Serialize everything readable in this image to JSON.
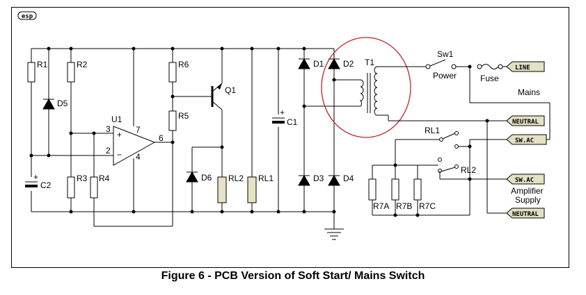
{
  "logo": "esp",
  "caption": "Figure 6 - PCB Version of Soft Start/ Mains Switch",
  "labels": {
    "R1": "R1",
    "R2": "R2",
    "R3": "R3",
    "R4": "R4",
    "R5": "R5",
    "R6": "R6",
    "D5": "D5",
    "D6": "D6",
    "C2": "C2",
    "U1": "U1",
    "Q1": "Q1",
    "RL2": "RL2",
    "RL1": "RL1",
    "C1": "C1",
    "D1": "D1",
    "D2": "D2",
    "D3": "D3",
    "D4": "D4",
    "T1": "T1",
    "Sw1": "Sw1",
    "Power": "Power",
    "Fuse": "Fuse",
    "Mains": "Mains",
    "RL1_switch": "RL1",
    "RL2_switch": "RL2",
    "R7A": "R7A",
    "R7B": "R7B",
    "R7C": "R7C",
    "amp_supply_1": "Amplifier",
    "amp_supply_2": "Supply",
    "pin3": "3",
    "pin2": "2",
    "pin7": "7",
    "pin6": "6",
    "pin4": "4",
    "plus": "+",
    "minus": "−"
  },
  "tags": {
    "line": "LINE",
    "neutral1": "NEUTRAL",
    "swac1": "SW.AC",
    "swac2": "SW.AC",
    "neutral2": "NEUTRAL"
  },
  "colors": {
    "highlight_circle": "#c0202a",
    "relay_coil": "#e6e2c6",
    "tag_fill": "#e3e0c4"
  }
}
